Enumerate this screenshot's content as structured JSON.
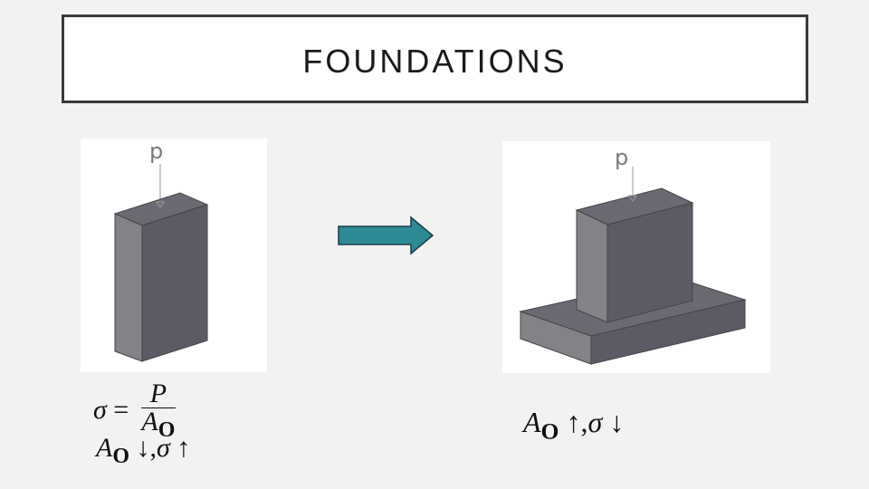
{
  "slide": {
    "title": "FOUNDATIONS"
  },
  "left_figure": {
    "load_label": "p"
  },
  "right_figure": {
    "load_label": "p"
  },
  "formulas": {
    "stress_symbol": "σ",
    "equals": "=",
    "numerator": "P",
    "denominator_var": "A",
    "denominator_sub": "O",
    "left_effect": {
      "var": "A",
      "sub": "O",
      "area_arrow": "↓",
      "comma": ",",
      "sigma": "σ",
      "stress_arrow": "↑"
    },
    "right_effect": {
      "var": "A",
      "sub": "O",
      "area_arrow": "↑",
      "comma": ",",
      "sigma": "σ",
      "stress_arrow": "↓"
    }
  },
  "colors": {
    "arrow_fill": "#2e8b96",
    "block_dark": "#5b5b66",
    "block_mid": "#808085"
  }
}
